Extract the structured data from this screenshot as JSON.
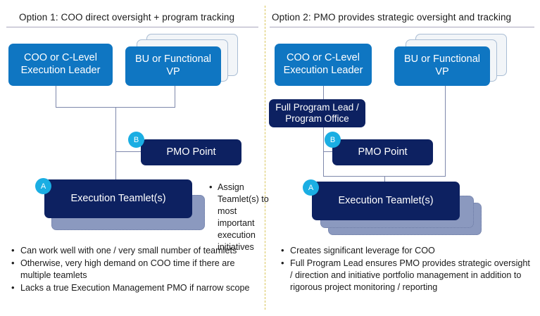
{
  "slide": {
    "divider_color": "#d9c55a",
    "colors": {
      "primary_blue": "#0f76c2",
      "navy": "#0d2161",
      "badge_cyan": "#1aaee3",
      "shadow_slate": "#8b99bf",
      "ghost_card": "#f2f5f8",
      "connector": "#7e88ab",
      "rule": "#a9a6bd"
    }
  },
  "left_panel": {
    "title": "Option 1: COO direct oversight + program tracking",
    "boxes": {
      "coo": "COO or C-Level\nExecution Leader",
      "coo_line1": "COO or C-Level",
      "coo_line2": "Execution Leader",
      "bu_vp": "BU or Functional VP",
      "pmo_point": "PMO Point",
      "teamlet": "Execution Teamlet(s)"
    },
    "badges": {
      "a": "A",
      "b": "B"
    },
    "mid_note": [
      "Assign Teamlet(s) to most important execution initiatives"
    ],
    "bullets": [
      "Can work well with one / very small number of teamlets",
      "Otherwise, very high demand on COO time if there are multiple teamlets",
      "Lacks a true Execution Management PMO if narrow scope"
    ]
  },
  "right_panel": {
    "title": "Option 2: PMO provides strategic oversight and tracking",
    "boxes": {
      "coo_line1": "COO or C-Level",
      "coo_line2": "Execution Leader",
      "bu_vp": "BU or Functional VP",
      "program_lead_line1": "Full Program Lead /",
      "program_lead_line2": "Program Office",
      "pmo_point": "PMO Point",
      "teamlet": "Execution Teamlet(s)"
    },
    "badges": {
      "a": "A",
      "b": "B"
    },
    "bullets": [
      "Creates significant leverage for COO",
      "Full Program Lead ensures PMO provides strategic oversight / direction and initiative portfolio management in addition to rigorous project monitoring / reporting"
    ]
  }
}
